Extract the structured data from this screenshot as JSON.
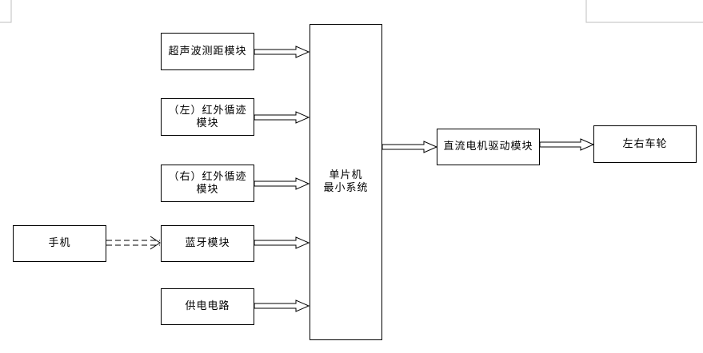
{
  "diagram": {
    "nodes": {
      "ultrasonic": {
        "label": "超声波测距模块"
      },
      "ir_left": {
        "label": "（左）红外循迹\n模块"
      },
      "ir_right": {
        "label": "（右）红外循迹\n模块"
      },
      "bluetooth": {
        "label": "蓝牙模块"
      },
      "power": {
        "label": "供电电路"
      },
      "phone": {
        "label": "手机"
      },
      "mcu": {
        "label": "单片机\n最小系统"
      },
      "motor_driver": {
        "label": "直流电机驱动模块"
      },
      "wheels": {
        "label": "左右车轮"
      }
    },
    "edges": [
      {
        "from": "ultrasonic",
        "to": "mcu",
        "style": "hollow-arrow"
      },
      {
        "from": "ir_left",
        "to": "mcu",
        "style": "hollow-arrow"
      },
      {
        "from": "ir_right",
        "to": "mcu",
        "style": "hollow-arrow"
      },
      {
        "from": "bluetooth",
        "to": "mcu",
        "style": "hollow-arrow"
      },
      {
        "from": "power",
        "to": "mcu",
        "style": "hollow-arrow"
      },
      {
        "from": "phone",
        "to": "bluetooth",
        "style": "dashed-arrow"
      },
      {
        "from": "mcu",
        "to": "motor_driver",
        "style": "hollow-arrow"
      },
      {
        "from": "motor_driver",
        "to": "wheels",
        "style": "hollow-arrow"
      }
    ],
    "colors": {
      "stroke": "#000000",
      "fill": "#ffffff",
      "page_corner_mark": "#bfbfbf"
    }
  }
}
